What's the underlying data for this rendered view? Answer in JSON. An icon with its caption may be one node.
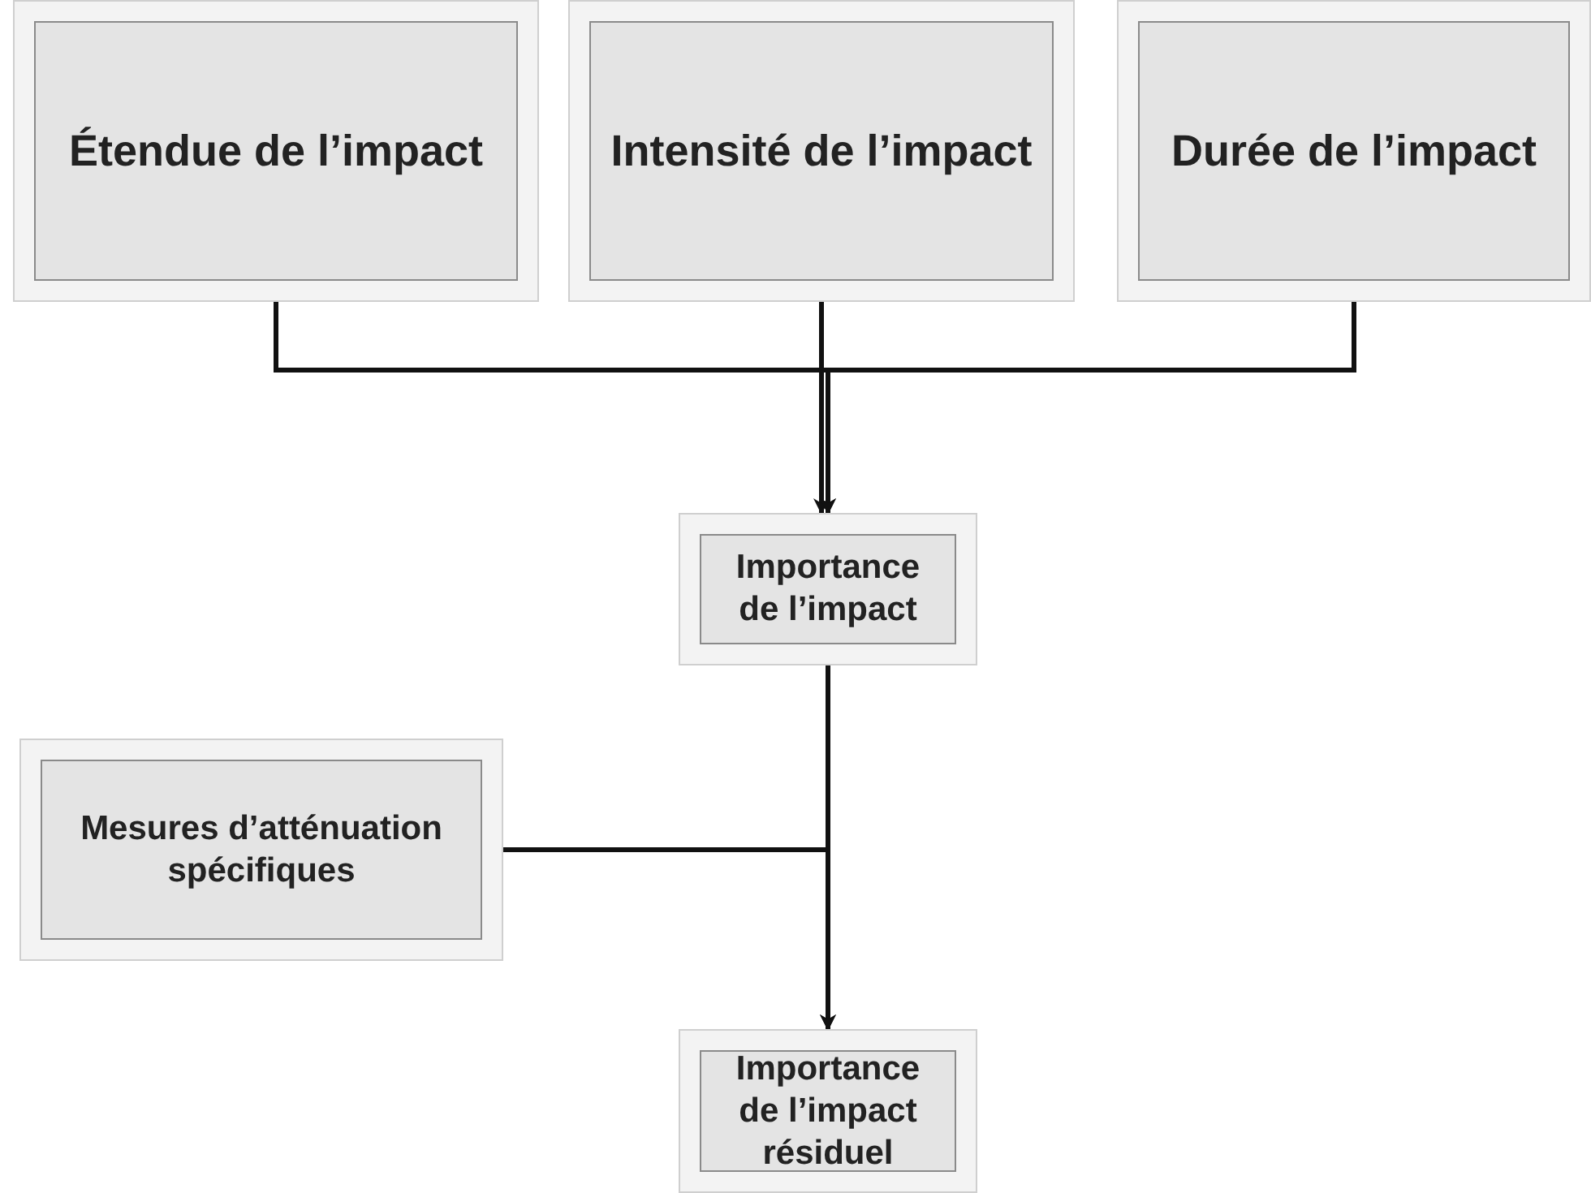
{
  "diagram": {
    "nodes": [
      {
        "text": [
          "Étendue de l’impact"
        ]
      },
      {
        "text": [
          "Intensité de l’impact"
        ]
      },
      {
        "text": [
          "Durée de l’impact"
        ]
      },
      {
        "text": [
          "Importance de l’impact"
        ]
      },
      {
        "text": [
          "Mesures d’atténuation spécifiques"
        ]
      },
      {
        "text": [
          "Importance de l’impact résiduel"
        ]
      }
    ],
    "edges": [
      {
        "from": 0,
        "to": 3,
        "arrow": "to"
      },
      {
        "from": 1,
        "to": 3,
        "arrow": "to"
      },
      {
        "from": 2,
        "to": 3,
        "arrow": "to"
      },
      {
        "from": 3,
        "to": 5,
        "arrow": "to"
      },
      {
        "from": 4,
        "to": 5,
        "arrow": "to"
      }
    ]
  }
}
